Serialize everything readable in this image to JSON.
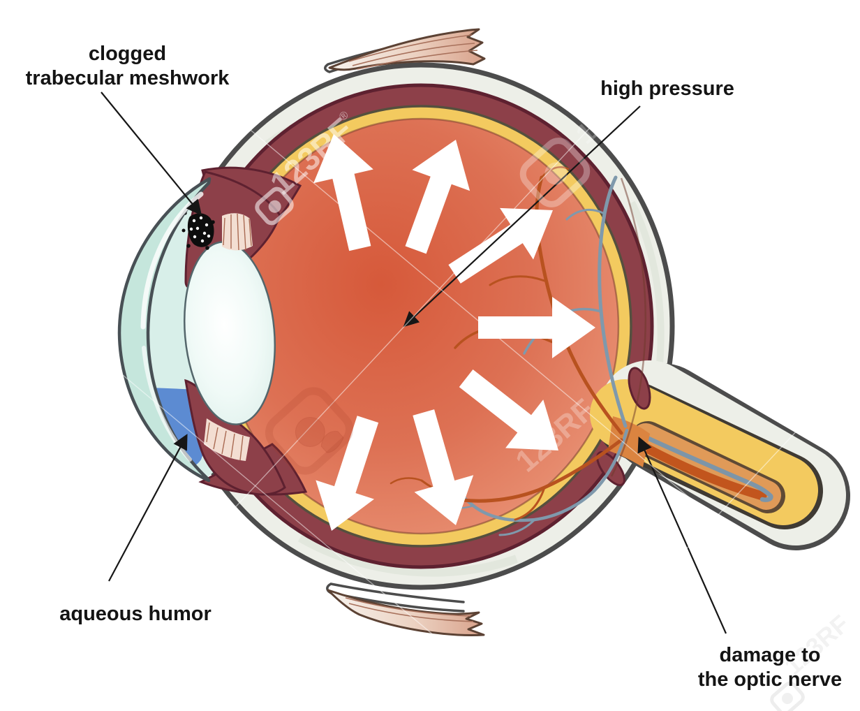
{
  "figure": {
    "type": "medical-illustration",
    "subject": "glaucoma eye cross-section with high intraocular pressure",
    "labels": {
      "clogged_meshwork_line1": "clogged",
      "clogged_meshwork_line2": "trabecular meshwork",
      "high_pressure": "high pressure",
      "aqueous_humor": "aqueous humor",
      "optic_nerve_damage_line1": "damage to",
      "optic_nerve_damage_line2": "the optic nerve"
    },
    "pressure_arrows": [
      "up-left",
      "up-right",
      "diagonal-up-right",
      "right",
      "diagonal-down-right",
      "down",
      "down-left"
    ],
    "watermark_text": "123RF",
    "colors": {
      "label_text": "#141414",
      "leader_line": "#161616",
      "outline": "#4c4c4c",
      "sclera": "#edefe8",
      "choroid": "#8d4049",
      "choroid_outline": "#5e2130",
      "retina_yellow": "#f3ca5f",
      "yellow_outline": "#55503e",
      "vitreous_deep": "#d6593a",
      "vitreous_mid": "#dd7154",
      "vitreous_light": "#eda78c",
      "cornea": "#c5e6dc",
      "anterior_chamber": "#d8efe9",
      "lens_edge": "#dceee9",
      "aqueous_blue": "#5c8bd2",
      "iris": "#8d4049",
      "zonule": "#f3ded2",
      "zonule_line": "#a96a52",
      "tendon": "#d8a18a",
      "tendon_line": "#a8715c",
      "artery": "#b8521f",
      "vein": "#7f99ac",
      "nerve_core": "#e09a58",
      "nerve_core_outline": "#5f4a35",
      "nerve_artery": "#c2551d",
      "nerve_vein": "#7d95a8",
      "disc_funnel": "#db8440",
      "arrow_white": "#ffffff"
    }
  }
}
